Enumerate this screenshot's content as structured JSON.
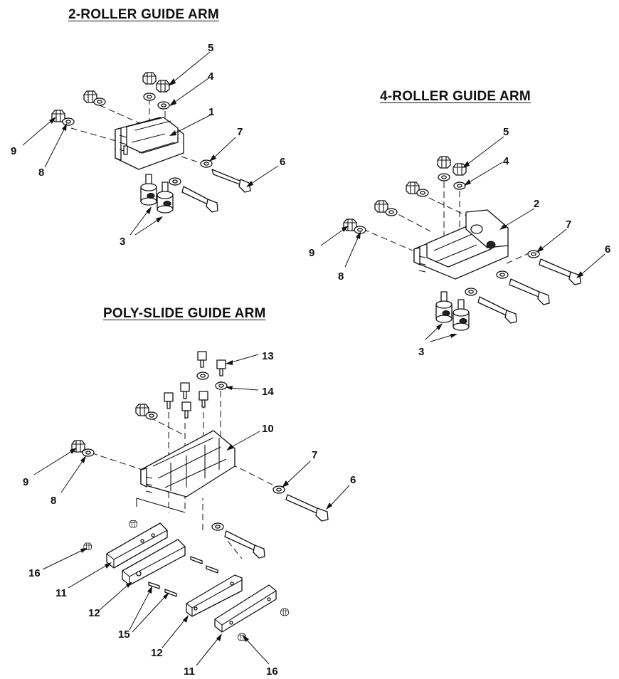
{
  "titles": {
    "two_roller": "2-ROLLER GUIDE ARM",
    "four_roller": "4-ROLLER GUIDE ARM",
    "poly_slide": "POLY-SLIDE GUIDE ARM"
  },
  "callouts": {
    "two_roller": [
      "5",
      "4",
      "1",
      "7",
      "6",
      "9",
      "8",
      "3"
    ],
    "four_roller": [
      "5",
      "4",
      "2",
      "7",
      "6",
      "9",
      "8",
      "3"
    ],
    "poly_slide": [
      "13",
      "14",
      "10",
      "9",
      "8",
      "7",
      "6",
      "16",
      "11",
      "12",
      "15",
      "12",
      "11",
      "16"
    ]
  }
}
